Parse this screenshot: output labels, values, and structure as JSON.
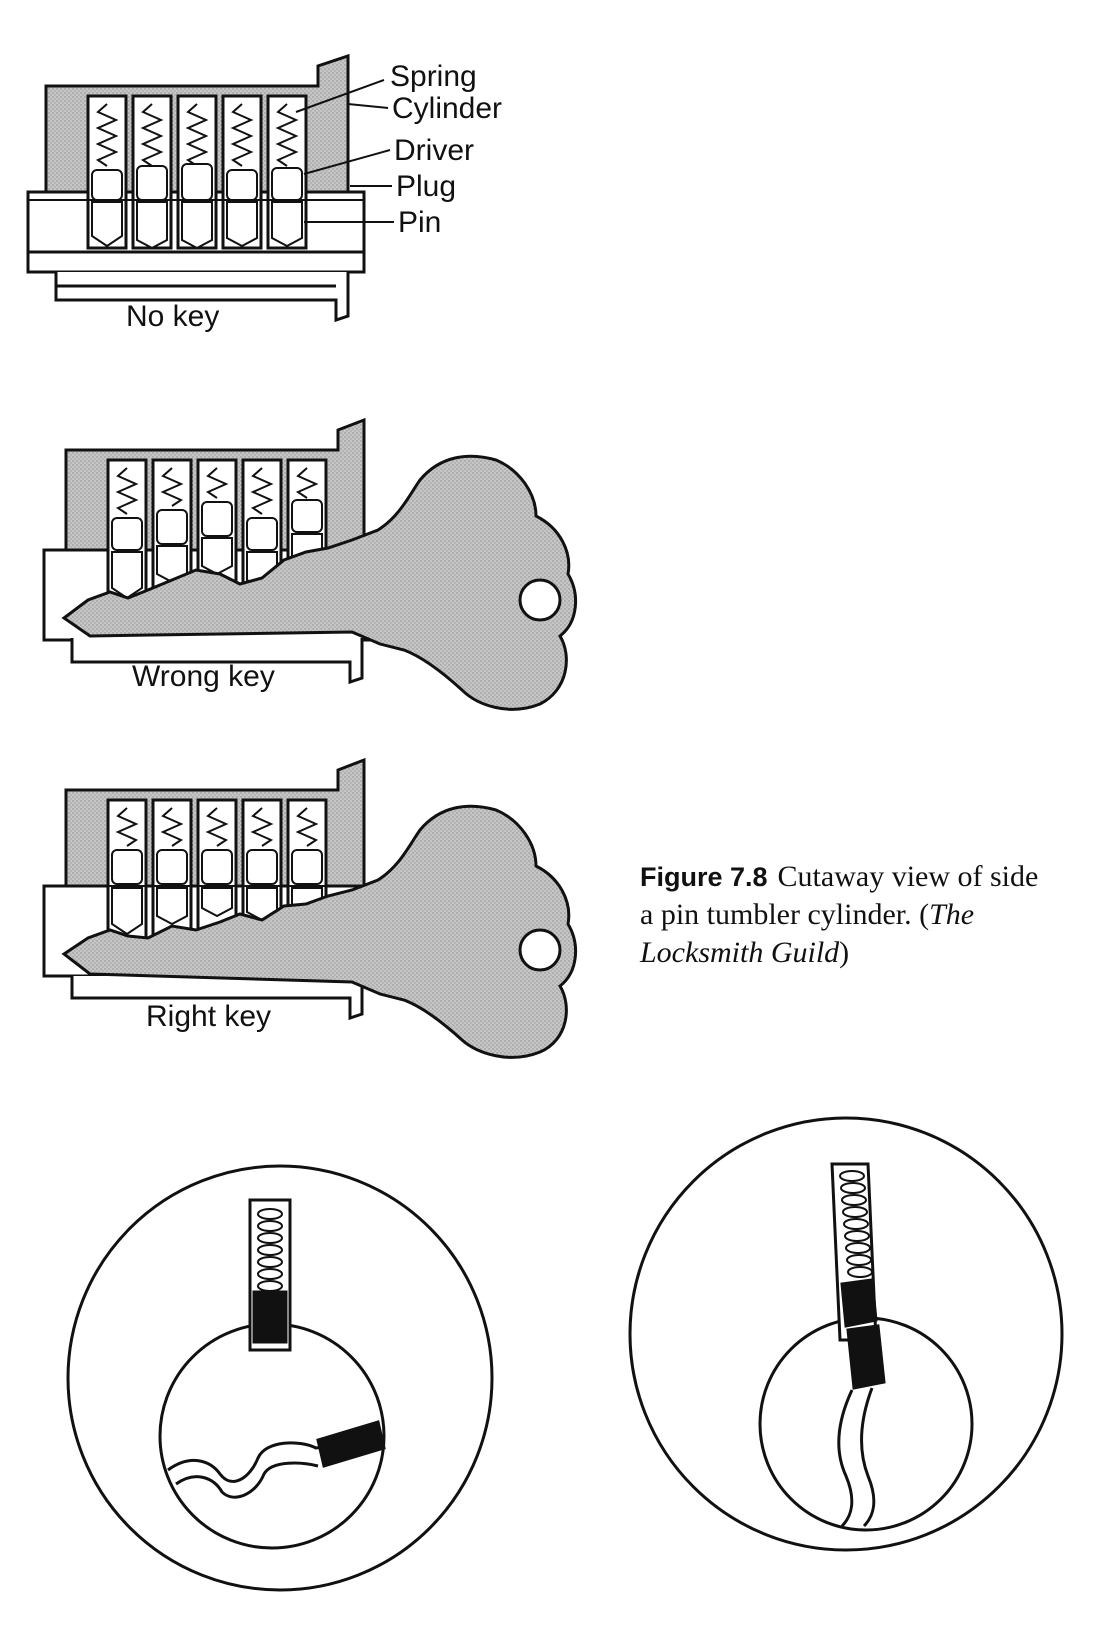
{
  "labels": {
    "spring": "Spring",
    "cylinder": "Cylinder",
    "driver": "Driver",
    "plug": "Plug",
    "pin": "Pin"
  },
  "panels": {
    "no_key": "No key",
    "wrong_key": "Wrong key",
    "right_key": "Right key"
  },
  "caption": {
    "figure_number": "Figure 7.8",
    "text_1": "Cutaway view of side",
    "text_2": "a pin tumbler cylinder. (",
    "source": "The Locksmith Guild",
    "text_3": ")"
  },
  "colors": {
    "ink": "#111111",
    "shade": "#b9b9b9",
    "paper": "#ffffff"
  }
}
